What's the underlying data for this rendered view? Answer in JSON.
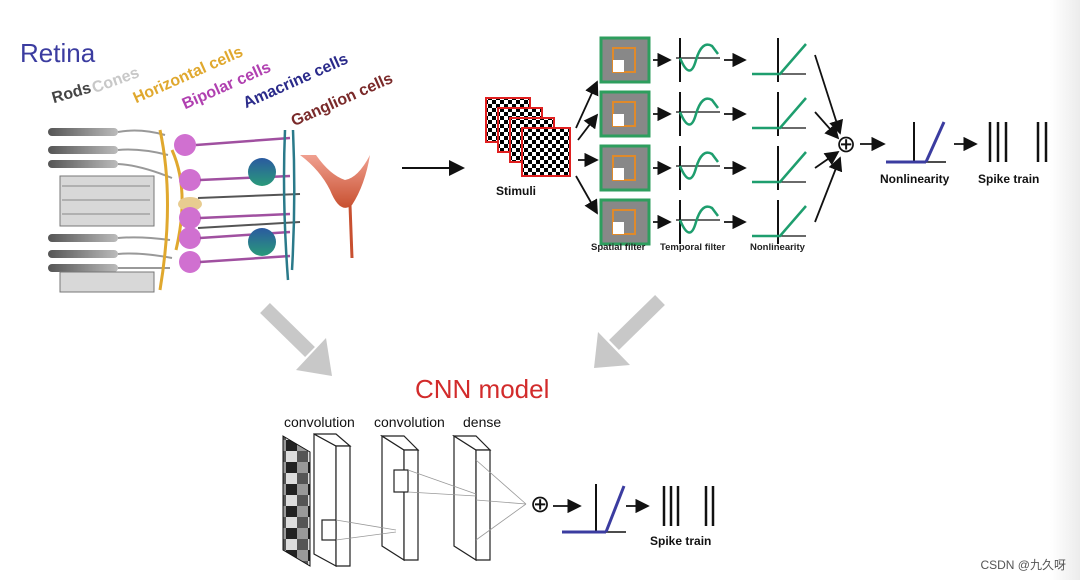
{
  "retina": {
    "title": "Retina",
    "cell_labels": {
      "rods": "Rods",
      "cones": "Cones",
      "horizontal": "Horizontal cells",
      "bipolar": "Bipolar cells",
      "amacrine": "Amacrine cells",
      "ganglion": "Ganglion cells"
    },
    "colors": {
      "rods": "#444444",
      "cones": "#c8c8c8",
      "horizontal": "#e0a82e",
      "bipolar": "#b040b0",
      "amacrine": "#2a2a8a",
      "ganglion": "#7a2a2a"
    }
  },
  "ln_model": {
    "stimuli_label": "Stimuli",
    "spatial_filter_label": "Spatial filter",
    "temporal_filter_label": "Temporal filter",
    "nonlinearity_label": "Nonlinearity",
    "output_nonlinearity_label": "Nonlinearity",
    "spike_train_label": "Spike train",
    "sum_symbol": "⊕"
  },
  "cnn": {
    "title": "CNN model",
    "layer_labels": [
      "convolution",
      "convolution",
      "dense"
    ],
    "sum_symbol": "⊕",
    "spike_train_label": "Spike train"
  },
  "watermark": "CSDN @九久呀",
  "colors": {
    "filter_green": "#1e9e6e",
    "filter_box": "#2e9e5e",
    "filter_orange": "#e08a2a",
    "nonlin_blue": "#3b3ca0",
    "stim_red": "#e02020",
    "big_arrow": "#c8c8c8"
  }
}
